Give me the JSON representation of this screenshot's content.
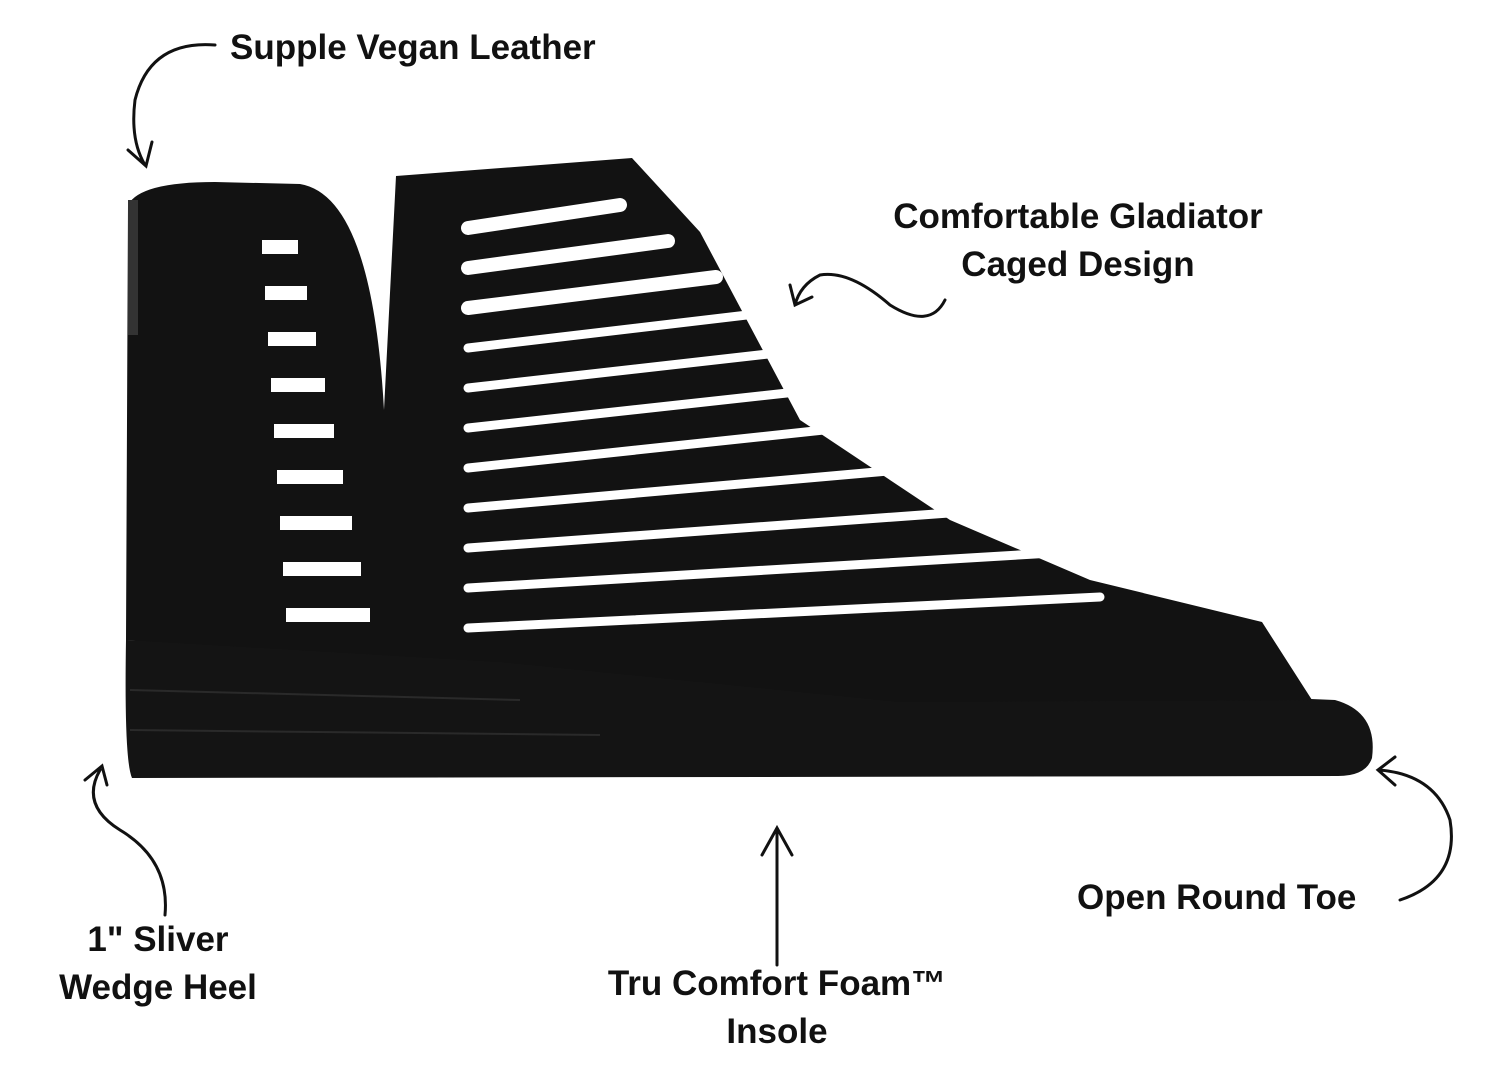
{
  "product": {
    "color": "#111111"
  },
  "callouts": {
    "vegan_leather": "Supple Vegan Leather",
    "gladiator_line1": "Comfortable Gladiator",
    "gladiator_line2": "Caged Design",
    "toe": "Open Round Toe",
    "heel_line1": "1\" Sliver",
    "heel_line2": "Wedge Heel",
    "insole_line1": "Tru Comfort Foam™",
    "insole_line2": "Insole"
  }
}
